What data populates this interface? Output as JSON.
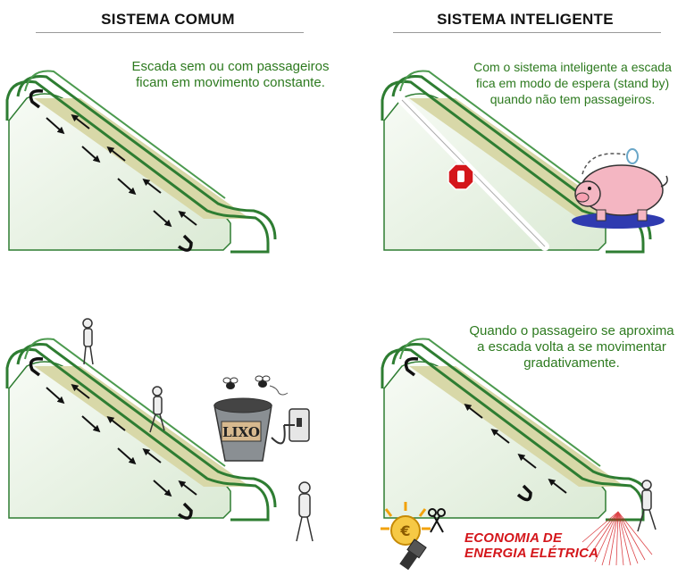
{
  "headings": {
    "left": "SISTEMA COMUM",
    "right": "SISTEMA INTELIGENTE"
  },
  "captions": {
    "top_left": [
      "Escada sem ou com passageiros",
      "ficam em movimento constante."
    ],
    "top_right": [
      "Com o sistema inteligente a escada",
      "fica em modo de espera (stand by)",
      "quando não tem passageiros."
    ],
    "bottom_right": [
      "Quando o passageiro se aproxima",
      "a escada volta a se movimentar",
      "gradativamente."
    ]
  },
  "labels": {
    "trash_can": "LIXO",
    "economy": [
      "ECONOMIA DE",
      "ENERGIA ELÉTRICA"
    ]
  },
  "colors": {
    "rail": "#2e7d32",
    "panel_fill": "#e8f3e4",
    "step": "#c9c98a",
    "caption": "#2d7a1f",
    "accent_red": "#d4161b",
    "pig": "#f4b6c2"
  },
  "icons": [
    "escalator",
    "direction-arrow",
    "u-turn-arrow",
    "stop-hand-sign",
    "piggy-bank",
    "coin",
    "trash-can",
    "fly",
    "power-plug",
    "walking-person",
    "light-bulb",
    "scissors",
    "motion-sensor"
  ]
}
